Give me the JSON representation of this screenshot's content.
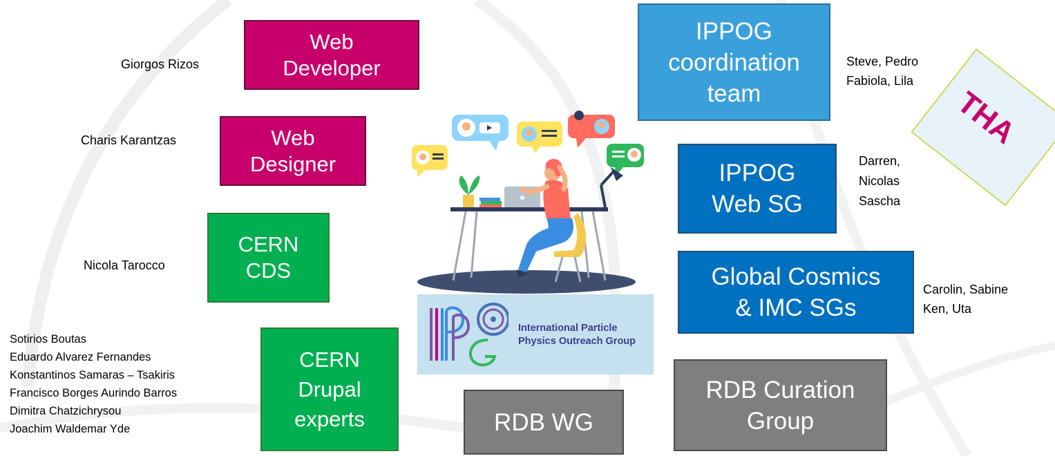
{
  "boxes": {
    "web_developer": {
      "lines": [
        "Web",
        "Developer"
      ],
      "color": "#c8006c"
    },
    "web_designer": {
      "lines": [
        "Web",
        "Designer"
      ],
      "color": "#c8006c"
    },
    "cern_cds": {
      "lines": [
        "CERN",
        "CDS"
      ],
      "color": "#00b050"
    },
    "cern_drupal": {
      "lines": [
        "CERN",
        "Drupal",
        "experts"
      ],
      "color": "#00b050"
    },
    "ippog_coordination": {
      "lines": [
        "IPPOG",
        "coordination",
        "team"
      ],
      "color": "#3aa0dc"
    },
    "ippog_web_sg": {
      "lines": [
        "IPPOG",
        "Web SG"
      ],
      "color": "#0070c0"
    },
    "global_cosmics": {
      "lines": [
        "Global Cosmics",
        "& IMC SGs"
      ],
      "color": "#0070c0"
    },
    "rdb_wg": {
      "lines": [
        "RDB WG"
      ],
      "color": "#7f7f7f"
    },
    "rdb_curation": {
      "lines": [
        "RDB Curation",
        "Group"
      ],
      "color": "#7f7f7f"
    }
  },
  "people": {
    "web_developer": [
      "Giorgos Rizos"
    ],
    "web_designer": [
      "Charis Karantzas"
    ],
    "cern_cds": [
      "Nicola Tarocco"
    ],
    "cern_drupal": [
      "Sotirios Boutas",
      "Eduardo Alvarez Fernandes",
      "Konstantinos Samaras – Tsakiris",
      "Francisco Borges Aurindo Barros",
      "Dimitra Chatzichrysou",
      "Joachim Waldemar Yde"
    ],
    "ippog_coordination": [
      "Steve, Pedro",
      "Fabiola, Lila"
    ],
    "ippog_web_sg": [
      "Darren,",
      "Nicolas",
      "Sascha"
    ],
    "global_cosmics": [
      "Carolin, Sabine",
      "Ken, Uta"
    ]
  },
  "logo": {
    "lines": [
      "International Particle",
      "Physics Outreach Group"
    ]
  },
  "thanks": {
    "text": "THA"
  },
  "illustration": {
    "icon": "person-at-desk-chat-illustration"
  }
}
